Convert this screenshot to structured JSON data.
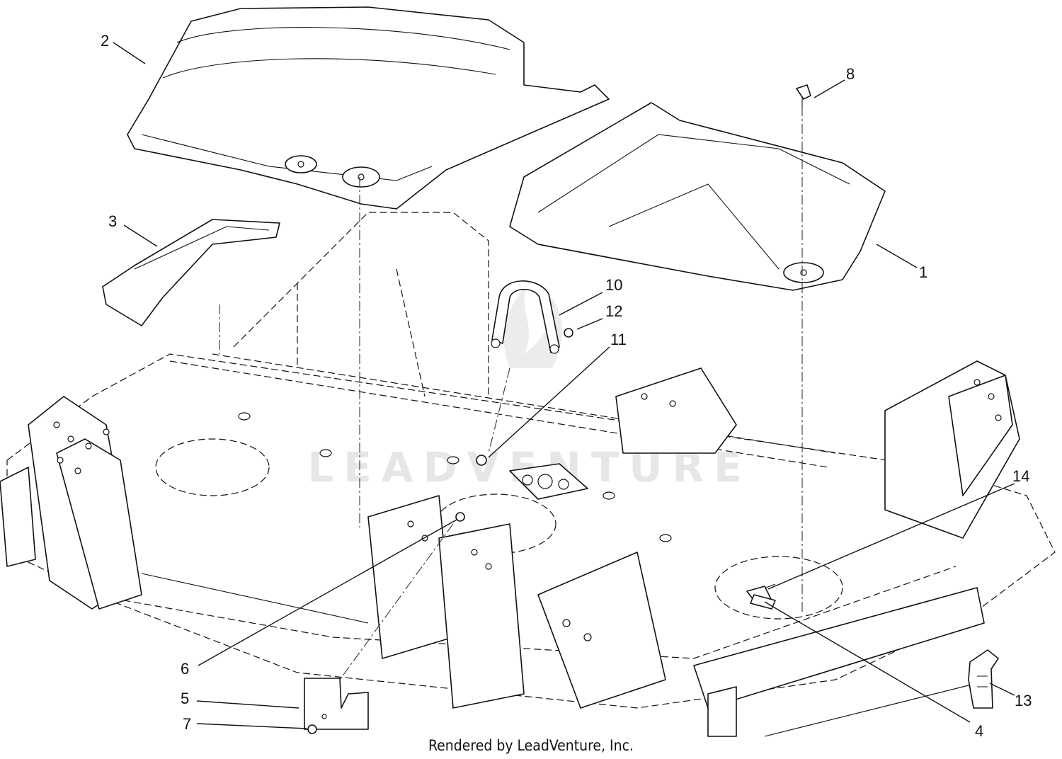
{
  "callouts": [
    {
      "label": "1"
    },
    {
      "label": "2"
    },
    {
      "label": "3"
    },
    {
      "label": "4"
    },
    {
      "label": "5"
    },
    {
      "label": "6"
    },
    {
      "label": "7"
    },
    {
      "label": "8"
    },
    {
      "label": "10"
    },
    {
      "label": "11"
    },
    {
      "label": "12"
    },
    {
      "label": "13"
    },
    {
      "label": "14"
    }
  ],
  "watermark": "LEADVENTURE",
  "footer": "Rendered by LeadVenture, Inc.",
  "colors": {
    "line": "#111111",
    "watermark": "#e6e6e6",
    "background": "#ffffff"
  }
}
